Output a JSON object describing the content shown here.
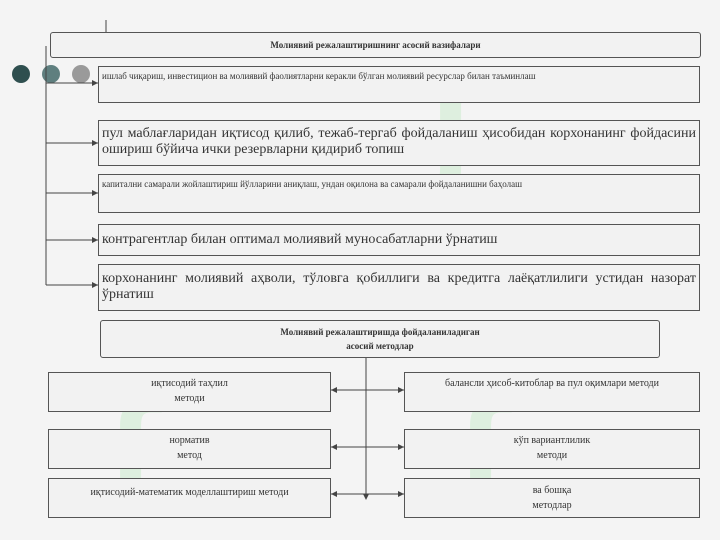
{
  "colors": {
    "dot1": "#2f4f4f",
    "dot2": "#5f7f7f",
    "dot3": "#9a9a9a",
    "watermark": "#d7eed8"
  },
  "top_title": "Молиявий режалаштиришнинг асосий вазифалари",
  "functions": [
    "ишлаб чиқариш, инвестицион ва молиявий фаолиятларни керакли бўлган молиявий ресурслар билан таъминлаш",
    "пул маблағларидан иқтисод қилиб, тежаб-тергаб фойдаланиш ҳисобидан корхонанинг фойдасини ошириш бўйича ички резервларни қидириб топиш",
    "капитални самарали жойлаштириш йўлларини аниқлаш, ундан оқилона ва самарали фойдаланишни баҳолаш",
    "контрагентлар билан оптимал молиявий муносабатларни ўрнатиш",
    "корхонанинг молиявий аҳволи, тўловга қобиллиги ва кредитга лаёқатлилиги устидан назорат ўрнатиш"
  ],
  "methods_title_line1": "Молиявий режалаштиришда фойдаланиладиган",
  "methods_title_line2": "асосий методлар",
  "methods_left": [
    [
      "иқтисодий таҳлил",
      "методи"
    ],
    [
      "норматив",
      "метод"
    ],
    [
      "иқтисодий-математик моделлаштириш методи"
    ]
  ],
  "methods_right": [
    [
      "балансли ҳисоб-китоблар ва пул оқимлари методи"
    ],
    [
      "кўп вариантлилик",
      "методи"
    ],
    [
      "ва бошқа",
      "методлар"
    ]
  ]
}
